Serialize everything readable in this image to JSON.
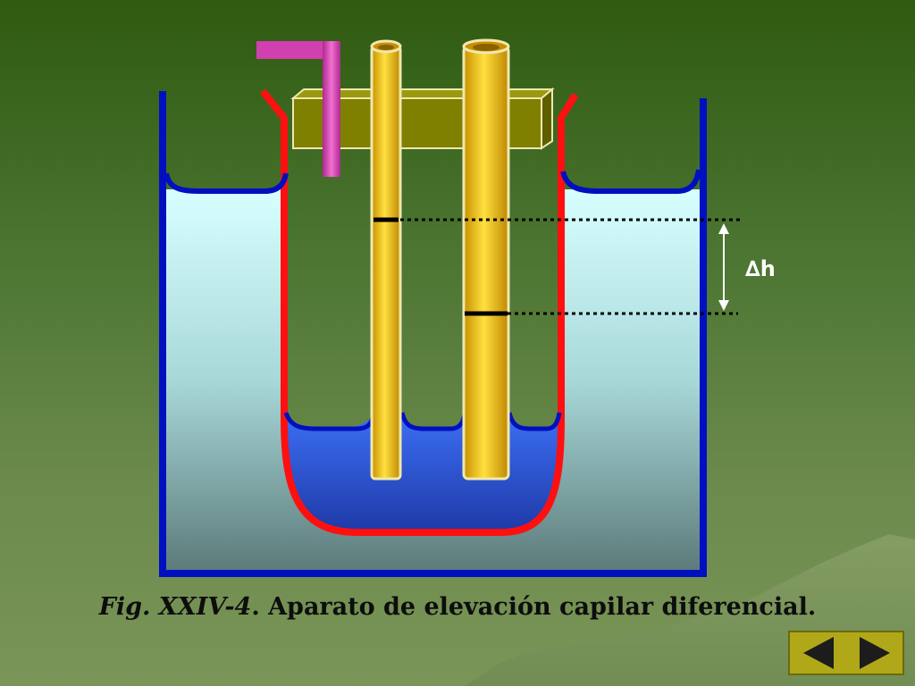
{
  "caption": {
    "figure_label": "Fig. XXIV-4",
    "text": ". Aparato de elevación capilar diferencial."
  },
  "diagram": {
    "delta_label": "∆h",
    "colors": {
      "outer_vessel": "#0010c0",
      "inner_vessel": "#ff1010",
      "outer_liquid_top": "#d8ffff",
      "outer_liquid_bottom": "#5c7a7a",
      "inner_liquid": "#2f5ee0",
      "capillary_tube": "#f0c000",
      "support_bar": "#7f7f00",
      "inlet_tube": "#d040b0"
    }
  },
  "navigation": {
    "prev_icon": "triangle-left-icon",
    "next_icon": "triangle-right-icon"
  }
}
